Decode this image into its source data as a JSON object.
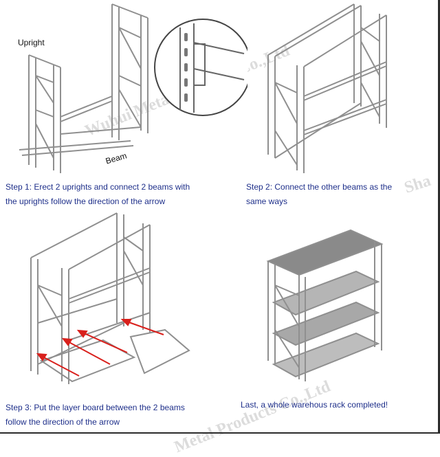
{
  "labels": {
    "upright": "Upright",
    "beam": "Beam"
  },
  "steps": [
    {
      "line1": "Step 1: Erect 2 uprights and connect 2 beams with",
      "line2": "the uprights follow the direction of the arrow"
    },
    {
      "line1": "Step 2: Connect the other beams as the",
      "line2": "same ways"
    },
    {
      "line1": "Step 3: Put the layer board between the 2 beams",
      "line2": "follow the direction of the arrow"
    },
    {
      "line1": "Last, a whole warehous rack completed!",
      "line2": ""
    }
  ],
  "watermark": {
    "text1": "Wuhui Metal Products Co.,Ltd",
    "text2": "Sha",
    "text3": "Metal Products Co.,Ltd"
  },
  "colors": {
    "caption": "#1e2f8a",
    "arrow": "#d9201c",
    "frame": "#9a9a9a"
  }
}
